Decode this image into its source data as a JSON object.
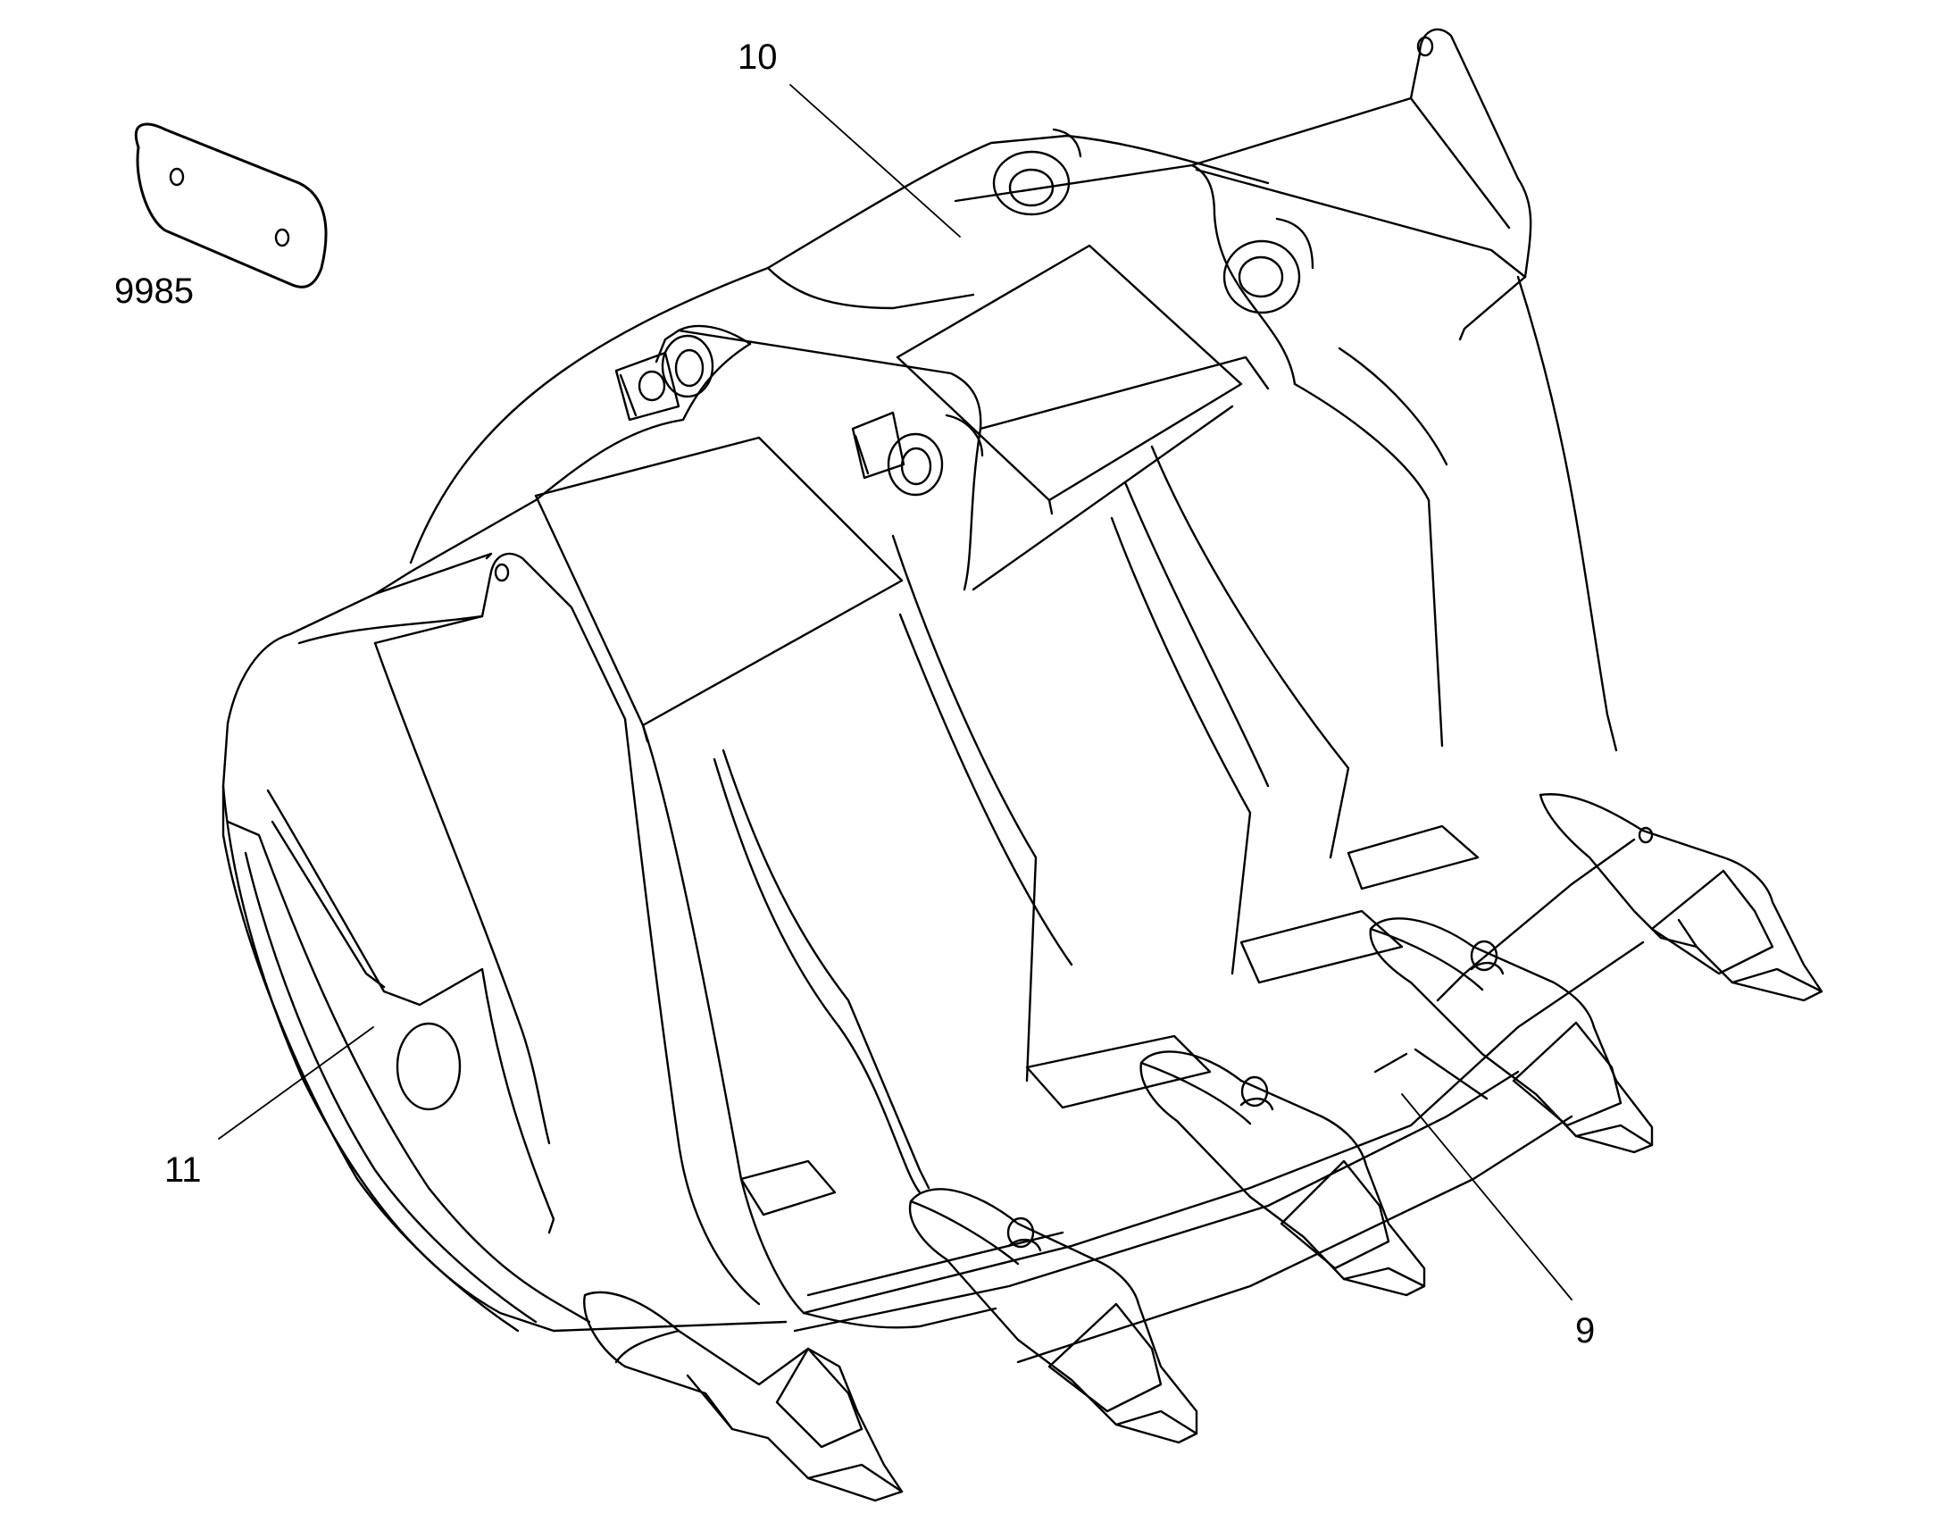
{
  "callouts": {
    "c10": "10",
    "c9985": "9985",
    "c11": "11",
    "c9": "9"
  },
  "colors": {
    "line": "#000000",
    "background": "#ffffff"
  }
}
